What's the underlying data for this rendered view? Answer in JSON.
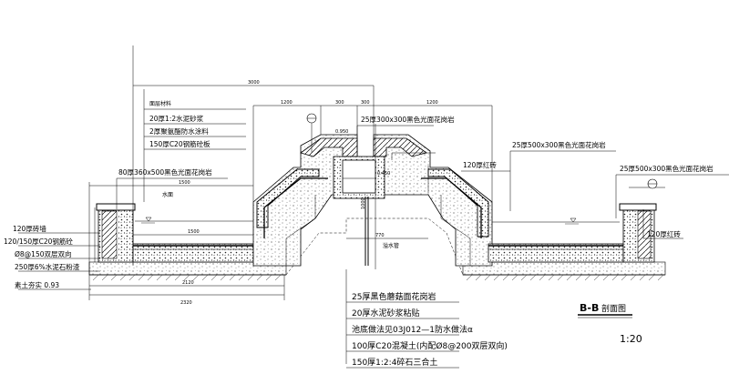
{
  "drawing": {
    "title_code": "B-B",
    "title_suffix": "剖面图",
    "scale": "1:20"
  },
  "dimensions": {
    "overall_top": "3000",
    "segment_1200": "1200",
    "segment_300a": "300",
    "segment_300b": "300",
    "segment_1200b": "1200",
    "left_1500_upper": "1500",
    "left_1500_lower": "1500",
    "center_770": "770",
    "base_2120": "2120",
    "base_2320": "2320",
    "elev_0950": "0.950",
    "elev_0450": "0.450",
    "vert_1000": "1000"
  },
  "top_layers": {
    "heading": "面层材料",
    "items": [
      "20厚1:2水泥砂浆",
      "2厚聚氨酯防水涂料",
      "150厚C20钢筋砼板"
    ]
  },
  "labels": {
    "water_surface": "水面",
    "drain_pipe": "溢水管",
    "left_cap": "80厚360x500黑色光面花岗岩",
    "center_cap": "25厚300x300黑色光面花岗岩",
    "right_cap_upper": "25厚500x300黑色光面花岗岩",
    "right_cap_lower": "25厚500x300黑色光面花岗岩",
    "red_brick_center": "120厚红砖",
    "red_brick_right": "120厚红砖"
  },
  "left_layers": [
    "120厚砖墙",
    "120/150厚C20钢筋砼",
    "Ø8@150双层双向",
    "250厚6%水泥石粉渣",
    "素土夯实 0.93"
  ],
  "bottom_layers": [
    "25厚黑色蘑菇面花岗岩",
    "20厚水泥砂浆粘贴",
    "池底做法见03J012—1防水做法α",
    "100厚C20混凝土(内配Ø8@200双层双向)",
    "150厚1:2:4碎石三合土"
  ]
}
